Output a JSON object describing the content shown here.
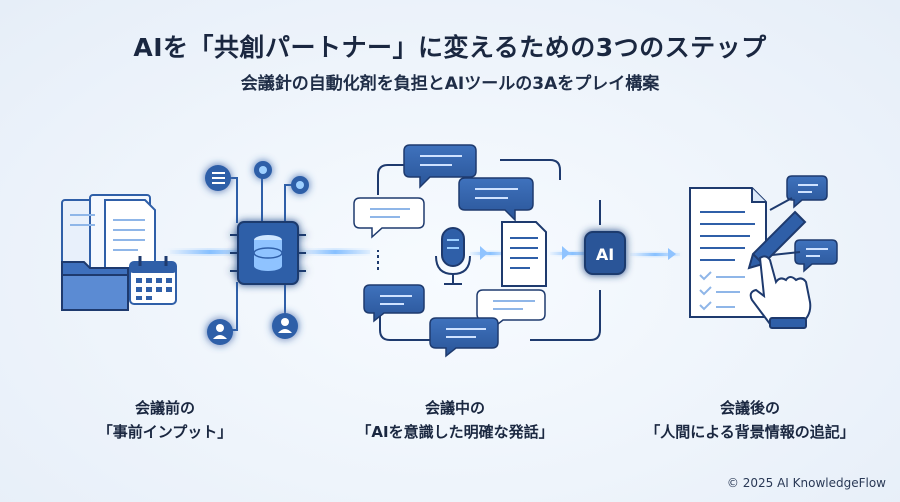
{
  "title": "AIを「共創パートナー」に変えるための3つのステップ",
  "subtitle": "会議針の自動化剤を負担とAIツールの3Aをプレイ構案",
  "steps": [
    {
      "line1": "会議前の",
      "line2": "「事前インプット」"
    },
    {
      "line1": "会議中の",
      "line2": "「AIを意識した明確な発話」"
    },
    {
      "line1": "会議後の",
      "line2": "「人間による背景情報の追記」"
    }
  ],
  "ai_badge": "AI",
  "copyright": "© 2025 AI KnowledgeFlow",
  "colors": {
    "primary": "#2f5fa8",
    "light": "#8fb6e8",
    "glow": "#6fb6ff",
    "dark": "#1e3a6e"
  },
  "icons": [
    "folder-icon",
    "document-icon",
    "calendar-icon",
    "chip-icon",
    "database-icon",
    "list-icon",
    "node-icon",
    "user-icon",
    "chat-bubble-icon",
    "microphone-icon",
    "ai-badge-icon",
    "pen-icon",
    "hand-pointer-icon"
  ]
}
